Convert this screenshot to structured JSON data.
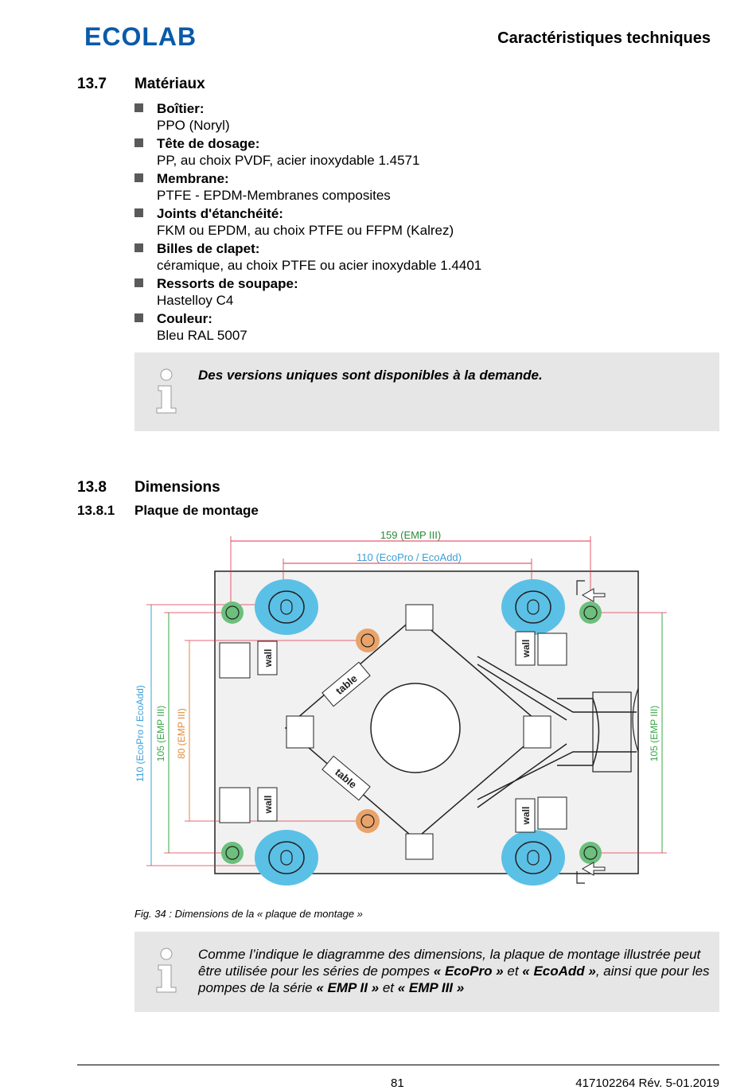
{
  "header": {
    "logo_text": "ECOLAB",
    "title": "Caractéristiques techniques"
  },
  "section_materials": {
    "number": "13.7",
    "title": "Matériaux",
    "items": [
      {
        "label": "Boîtier:",
        "value": "PPO (Noryl)"
      },
      {
        "label": "Tête de dosage:",
        "value": "PP, au choix PVDF, acier inoxydable 1.4571"
      },
      {
        "label": "Membrane:",
        "value": "PTFE - EPDM-Membranes composites"
      },
      {
        "label": "Joints d'étanchéité:",
        "value": "FKM ou EPDM, au choix PTFE ou FFPM (Kalrez)"
      },
      {
        "label": "Billes de clapet:",
        "value": "céramique, au choix PTFE ou acier inoxydable 1.4401"
      },
      {
        "label": "Ressorts de soupape:",
        "value": "Hastelloy C4"
      },
      {
        "label": "Couleur:",
        "value": "Bleu RAL 5007"
      }
    ],
    "note": "Des versions uniques sont disponibles à la demande."
  },
  "section_dimensions": {
    "number": "13.8",
    "title": "Dimensions",
    "sub_number": "13.8.1",
    "sub_title": "Plaque de montage"
  },
  "figure": {
    "dim_top_outer": "159 (EMP III)",
    "dim_top_inner": "110 (EcoPro / EcoAdd)",
    "dim_left_1": "110 (EcoPro / EcoAdd)",
    "dim_left_2": "105 (EMP III)",
    "dim_left_3": "80 (EMP III)",
    "dim_right": "105 (EMP III)",
    "label_wall": "wall",
    "label_table": "table",
    "caption": "Fig.  34 : Dimensions de la « plaque de montage »",
    "colors": {
      "blue_circle": "#5bc0e6",
      "green_circle": "#6cbf7c",
      "orange_circle": "#e9a36a",
      "dim_red": "#e0334a",
      "dim_blue": "#3aa0d8",
      "dim_green": "#3aa64a",
      "dim_orange": "#e08a3a",
      "plate_fill": "#f1f1f1"
    }
  },
  "note2": {
    "part1": "Comme l’indique le diagramme des dimensions, la plaque de montage illustrée peut être utilisée pour les séries de pompes ",
    "ecopro": "« EcoPro »",
    "et1": " et ",
    "ecoadd": "« EcoAdd »",
    "part2": ", ainsi que pour les pompes de la série ",
    "emp2": "« EMP II »",
    "et2": " et ",
    "emp3": "« EMP III »"
  },
  "footer": {
    "page": "81",
    "doc_ref": "417102264 Rév. 5-01.2019"
  }
}
